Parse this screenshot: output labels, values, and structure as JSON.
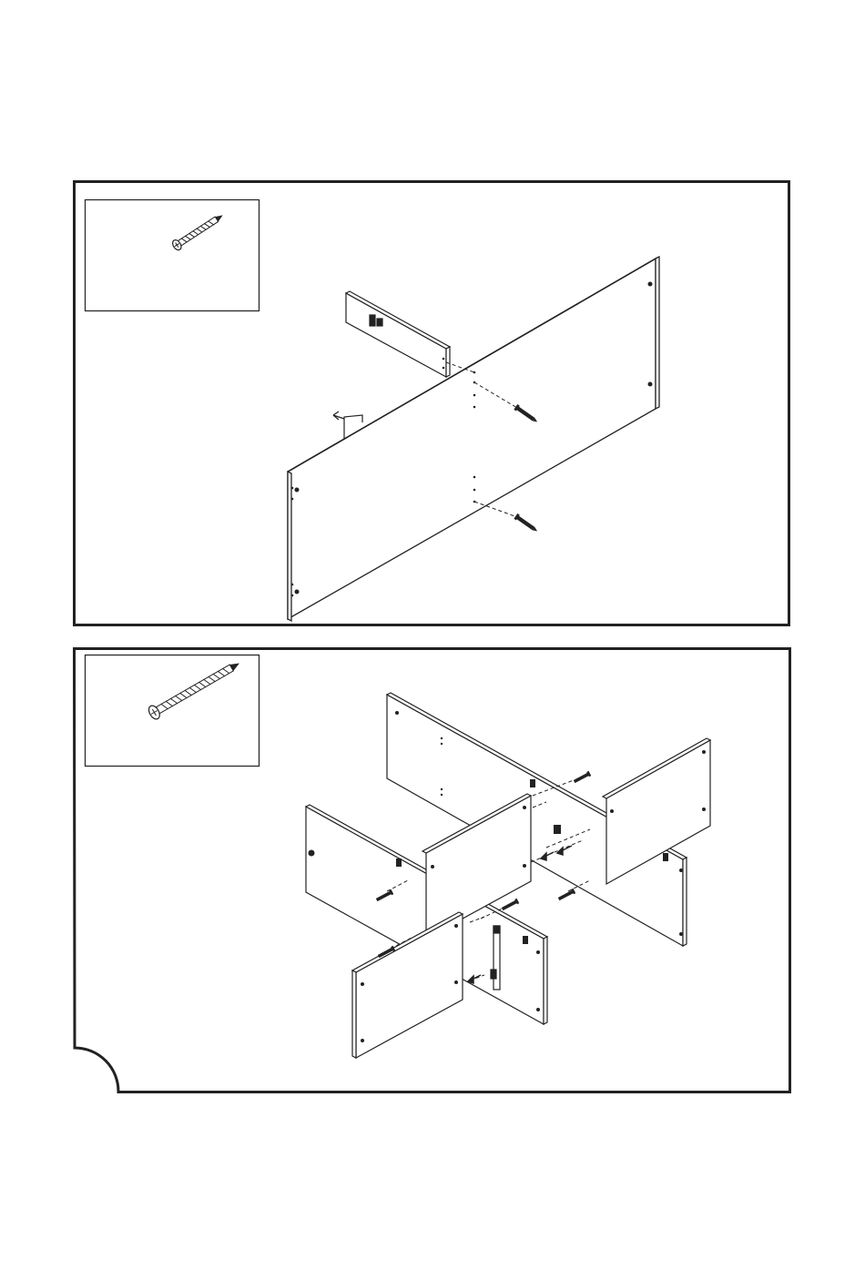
{
  "document": {
    "type": "assembly-instructions-page",
    "steps": [
      {
        "id": "step-1",
        "hardware_icon": "short-screw-icon",
        "illustration": "long-panel-joined-to-short-side-panel"
      },
      {
        "id": "step-2",
        "hardware_icon": "long-screw-icon",
        "illustration": "cross-divider-panels-assembly"
      }
    ],
    "colors": {
      "ink": "#222222",
      "paper": "#ffffff"
    }
  }
}
